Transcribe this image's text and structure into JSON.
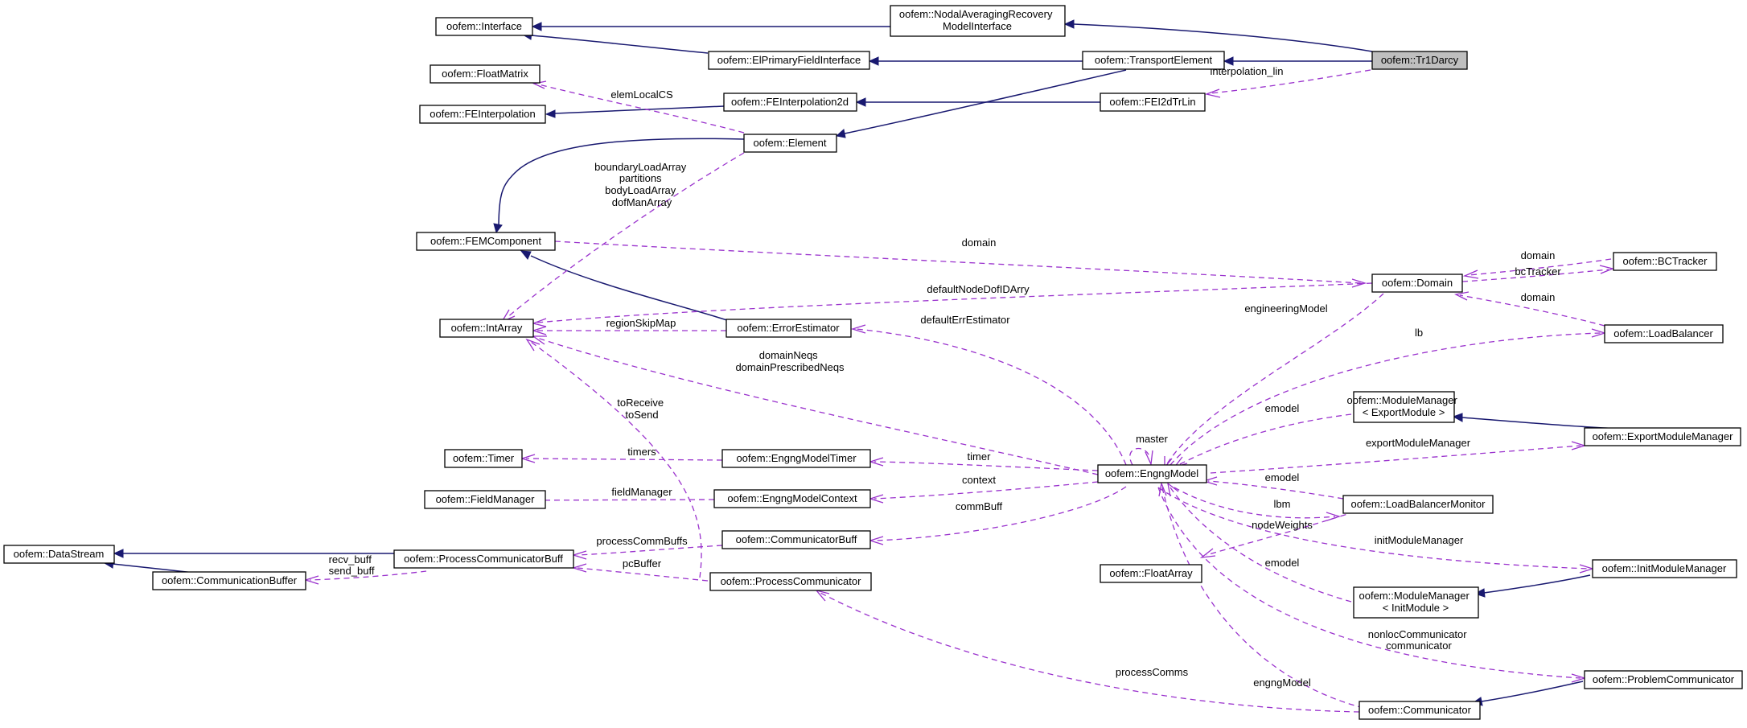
{
  "diagram": {
    "nodes": {
      "interface": "oofem::Interface",
      "nodal_avg": [
        "oofem::NodalAveragingRecovery",
        "ModelInterface"
      ],
      "tr1darcy": "oofem::Tr1Darcy",
      "transport_element": "oofem::TransportElement",
      "el_primary_field": "oofem::ElPrimaryFieldInterface",
      "float_matrix": "oofem::FloatMatrix",
      "fe_interpolation": "oofem::FEInterpolation",
      "fe_interpolation2d": "oofem::FEInterpolation2d",
      "fei2d_tr_lin": "oofem::FEI2dTrLin",
      "element": "oofem::Element",
      "fem_component": "oofem::FEMComponent",
      "domain": "oofem::Domain",
      "bc_tracker": "oofem::BCTracker",
      "load_balancer": "oofem::LoadBalancer",
      "int_array": "oofem::IntArray",
      "error_estimator": "oofem::ErrorEstimator",
      "module_manager_export": [
        "oofem::ModuleManager",
        "< ExportModule >"
      ],
      "export_module_manager": "oofem::ExportModuleManager",
      "timer": "oofem::Timer",
      "engng_model_timer": "oofem::EngngModelTimer",
      "engng_model": "oofem::EngngModel",
      "field_manager": "oofem::FieldManager",
      "engng_model_context": "oofem::EngngModelContext",
      "load_balancer_monitor": "oofem::LoadBalancerMonitor",
      "data_stream": "oofem::DataStream",
      "process_communicator_buff": "oofem::ProcessCommunicatorBuff",
      "communicator_buff": "oofem::CommunicatorBuff",
      "float_array": "oofem::FloatArray",
      "init_module_manager": "oofem::InitModuleManager",
      "communication_buffer": "oofem::CommunicationBuffer",
      "process_communicator": "oofem::ProcessCommunicator",
      "module_manager_init": [
        "oofem::ModuleManager",
        "< InitModule >"
      ],
      "problem_communicator": "oofem::ProblemCommunicator",
      "communicator": "oofem::Communicator"
    },
    "labels": {
      "interpolation_lin": "interpolation_lin",
      "elem_local_cs": "elemLocalCS",
      "element_arrays": [
        "boundaryLoadArray",
        "partitions",
        "bodyLoadArray",
        "dofManArray"
      ],
      "domain": "domain",
      "domain_bc": "domain",
      "bc_tracker": "bcTracker",
      "domain_lb": "domain",
      "default_node_dof": "defaultNodeDofIDArry",
      "region_skip_map": "regionSkipMap",
      "default_err_estimator": "defaultErrEstimator",
      "engineering_model": "engineeringModel",
      "lb": "lb",
      "domain_neqs": [
        "domainNeqs",
        "domainPrescribedNeqs"
      ],
      "to_receive": [
        "toReceive",
        "toSend"
      ],
      "master": "master",
      "emodel_export": "emodel",
      "timers": "timers",
      "timer": "timer",
      "export_module_manager": "exportModuleManager",
      "field_manager": "fieldManager",
      "context": "context",
      "emodel_lbm": "emodel",
      "lbm": "lbm",
      "comm_buff": "commBuff",
      "node_weights": "nodeWeights",
      "init_module_manager": "initModuleManager",
      "process_comm_buffs": "processCommBuffs",
      "recv_send_buff": [
        "recv_buff",
        "send_buff"
      ],
      "pc_buffer": "pcBuffer",
      "emodel_init": "emodel",
      "nonloc_comm": [
        "nonlocCommunicator",
        "communicator"
      ],
      "process_comms": "processComms",
      "engng_model": "engngModel"
    },
    "colors": {
      "inheritance": "#191970",
      "association": "#9a32cd",
      "highlight_fill": "#bfbfbf"
    }
  }
}
